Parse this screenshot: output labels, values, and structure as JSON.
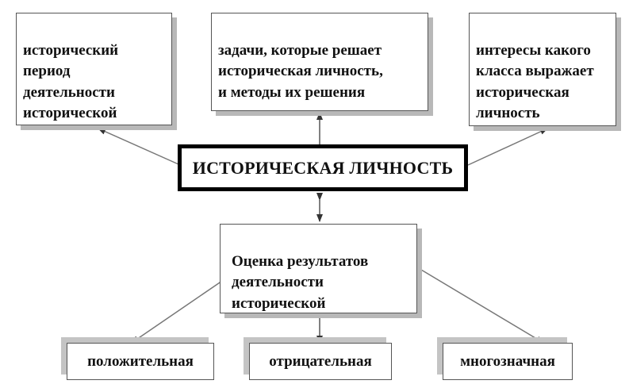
{
  "center": {
    "label": "ИСТОРИЧЕСКАЯ ЛИЧНОСТЬ"
  },
  "top_boxes": [
    {
      "text": "исторический\nпериод\nдеятельности\nисторической"
    },
    {
      "text": "задачи, которые решает\nисторическая личность,\nи методы их решения"
    },
    {
      "text": "интересы какого\nкласса выражает\nисторическая\nличность"
    }
  ],
  "evaluation": {
    "text": "Оценка результатов\nдеятельности\nисторической"
  },
  "outcomes": [
    {
      "label": "положительная"
    },
    {
      "label": "отрицательная"
    },
    {
      "label": "многозначная"
    }
  ]
}
